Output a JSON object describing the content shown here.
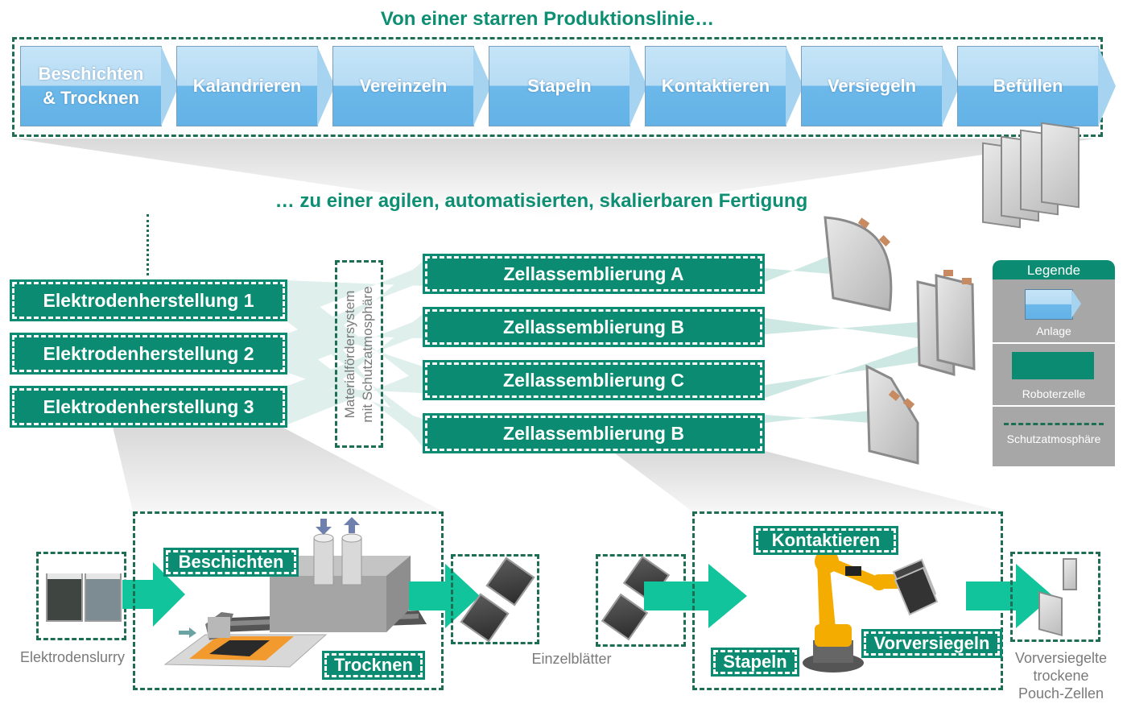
{
  "headline_top": "Von einer starren Produktionslinie…",
  "headline_mid": "… zu einer agilen, automatisierten, skalierbaren Fertigung",
  "line_steps": [
    {
      "label": "Beschichten\n& Trocknen"
    },
    {
      "label": "Kalandrieren"
    },
    {
      "label": "Vereinzeln"
    },
    {
      "label": "Stapeln"
    },
    {
      "label": "Kontaktieren"
    },
    {
      "label": "Versiegeln"
    },
    {
      "label": "Befüllen"
    }
  ],
  "electrode_cells": [
    {
      "label": "Elektrodenherstellung 1"
    },
    {
      "label": "Elektrodenherstellung 2"
    },
    {
      "label": "Elektrodenherstellung 3"
    }
  ],
  "conveyor_label_line1": "Materialfördersystem",
  "conveyor_label_line2": "mit Schutzatmosphäre",
  "assembly_cells": [
    {
      "label": "Zellassemblierung A"
    },
    {
      "label": "Zellassemblierung B"
    },
    {
      "label": "Zellassemblierung C"
    },
    {
      "label": "Zellassemblierung B"
    }
  ],
  "legend": {
    "title": "Legende",
    "plant": "Anlage",
    "robot_cell": "Roboterzelle",
    "protective_atmosphere": "Schutzatmosphäre"
  },
  "detail_electrode": {
    "coating": "Beschichten",
    "drying": "Trocknen",
    "slurry": "Elektrodenslurry",
    "sheets": "Einzelblätter"
  },
  "detail_assembly": {
    "contacting": "Kontaktieren",
    "stacking": "Stapeln",
    "pre_sealing": "Vorversiegeln",
    "output": "Vorversiegelte\ntrockene\nPouch-Zellen"
  },
  "colors": {
    "brand_green": "#0b8c72",
    "title_green": "#0e8f73",
    "dash_green": "#1e6e56",
    "arrow_teal": "#12c49b",
    "plant_blue": "#63b2e6"
  }
}
